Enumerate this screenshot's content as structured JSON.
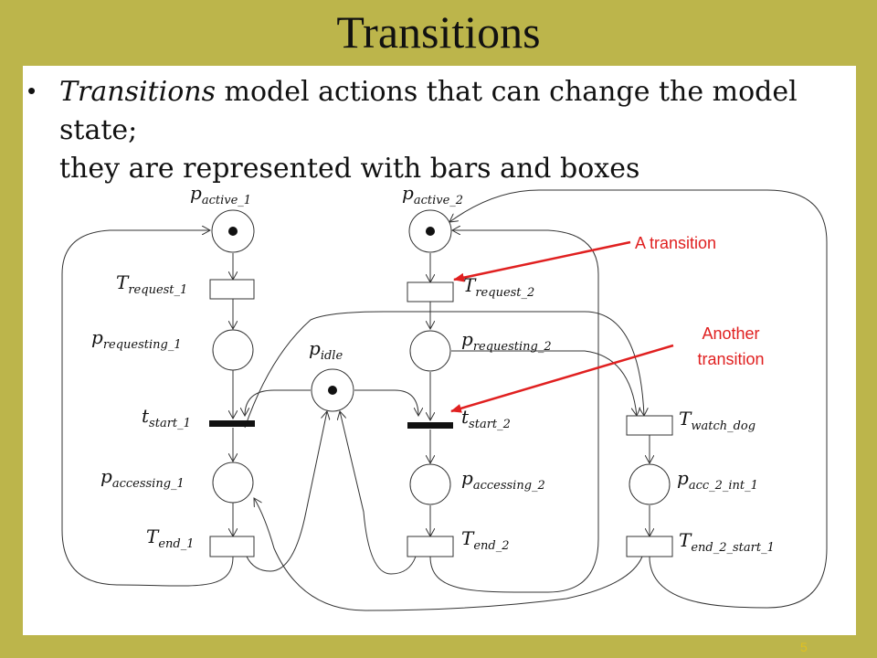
{
  "title": "Transitions",
  "bullet": {
    "italic": "Transitions",
    "rest_line1": " model actions that can change the model state;",
    "line2": "they are represented with bars and boxes"
  },
  "page_number": "5",
  "annotations": {
    "a_transition": "A transition",
    "another_line1": "Another",
    "another_line2": "transition"
  },
  "places": {
    "active_1": {
      "main": "p",
      "sub": "active_1"
    },
    "active_2": {
      "main": "p",
      "sub": "active_2"
    },
    "requesting_1": {
      "main": "p",
      "sub": "requesting_1"
    },
    "requesting_2": {
      "main": "p",
      "sub": "requesting_2"
    },
    "idle": {
      "main": "p",
      "sub": "idle"
    },
    "accessing_1": {
      "main": "p",
      "sub": "accessing_1"
    },
    "accessing_2": {
      "main": "p",
      "sub": "accessing_2"
    },
    "acc_2_int_1": {
      "main": "p",
      "sub": "acc_2_int_1"
    }
  },
  "transitions": {
    "request_1": {
      "main": "T",
      "sub": "request_1"
    },
    "request_2": {
      "main": "T",
      "sub": "request_2"
    },
    "start_1": {
      "main": "t",
      "sub": "start_1"
    },
    "start_2": {
      "main": "t",
      "sub": "start_2"
    },
    "watch_dog": {
      "main": "T",
      "sub": "watch_dog"
    },
    "end_1": {
      "main": "T",
      "sub": "end_1"
    },
    "end_2": {
      "main": "T",
      "sub": "end_2"
    },
    "end_2_start_1": {
      "main": "T",
      "sub": "end_2_start_1"
    }
  },
  "colors": {
    "background": "#bcb54b",
    "annotation": "#e02020"
  }
}
